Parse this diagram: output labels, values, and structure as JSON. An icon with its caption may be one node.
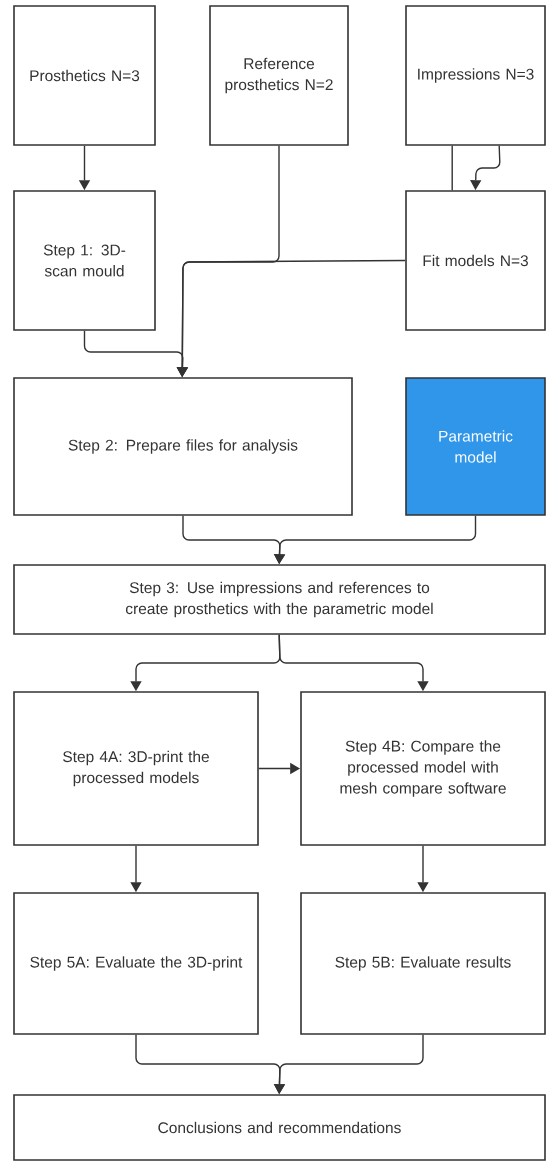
{
  "diagram": {
    "nodes": [
      {
        "text": [
          "Prosthetics N=3"
        ]
      },
      {
        "text": [
          "Reference prosthetics N=2"
        ]
      },
      {
        "text": [
          "Impressions N=3"
        ]
      },
      {
        "text": [
          "Step 1: 3D-scan mould"
        ]
      },
      {
        "text": [
          "Fit models N=3"
        ]
      },
      {
        "text": [
          "Step 2: Prepare files for analysis"
        ]
      },
      {
        "text": [
          "Parametric model"
        ]
      },
      {
        "text": [
          "Step 3: Use impressions and references to create prosthetics with the parametric model"
        ]
      },
      {
        "text": [
          "Step 4A: 3D-print the processed models"
        ]
      },
      {
        "text": [
          "Step 4B: Compare the processed model with mesh compare software"
        ]
      },
      {
        "text": [
          "Step 5A: Evaluate the 3D-print"
        ]
      },
      {
        "text": [
          "Step 5B: Evaluate results"
        ]
      },
      {
        "text": [
          "Conclusions and recommendations"
        ]
      }
    ],
    "edges": [
      {
        "from": 0,
        "to": 3,
        "arrow": "to"
      },
      {
        "from": 1,
        "to": 5,
        "arrow": "to"
      },
      {
        "from": 2,
        "to": 4,
        "arrow": "none"
      },
      {
        "from": 2,
        "to": 4,
        "arrow": "to"
      },
      {
        "from": 3,
        "to": 5,
        "arrow": "to"
      },
      {
        "from": 4,
        "to": 5,
        "arrow": "to"
      },
      {
        "from": 5,
        "to": 7,
        "arrow": "to"
      },
      {
        "from": 6,
        "to": 7,
        "arrow": "to"
      },
      {
        "from": 7,
        "to": 8,
        "arrow": "to"
      },
      {
        "from": 7,
        "to": 9,
        "arrow": "to"
      },
      {
        "from": 8,
        "to": 9,
        "arrow": "to"
      },
      {
        "from": 8,
        "to": 10,
        "arrow": "to"
      },
      {
        "from": 9,
        "to": 11,
        "arrow": "to"
      },
      {
        "from": 10,
        "to": 12,
        "arrow": "to"
      },
      {
        "from": 11,
        "to": 12,
        "arrow": "to"
      }
    ]
  }
}
